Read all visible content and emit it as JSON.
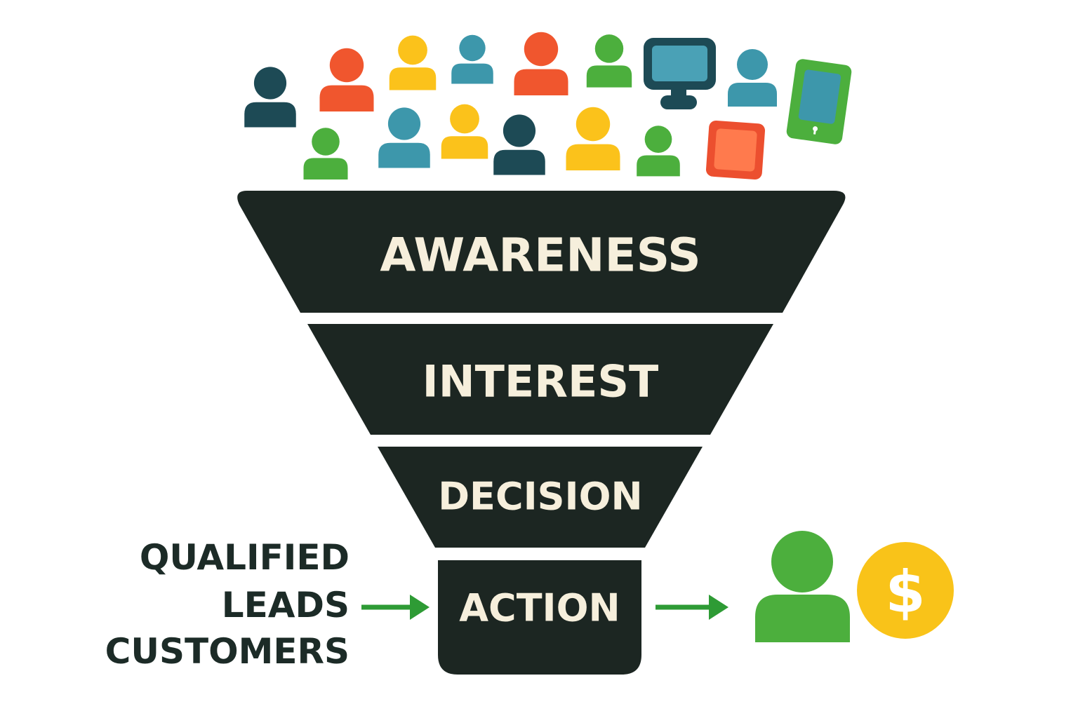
{
  "funnel": {
    "stages": [
      {
        "label": "AWARENESS"
      },
      {
        "label": "INTEREST"
      },
      {
        "label": "DECISION"
      },
      {
        "label": "ACTION"
      }
    ],
    "fill_color": "#1c2622",
    "text_color": "#f6efdc"
  },
  "side_labels": {
    "line1": "QUALIFIED",
    "line2": "LEADS",
    "line3": "CUSTOMERS"
  },
  "result": {
    "currency_symbol": "$"
  },
  "colors": {
    "dark_teal": "#1d4a55",
    "orange": "#f0562e",
    "yellow": "#fbc21b",
    "teal": "#3d97ab",
    "green": "#4caf3d",
    "arrow_green": "#2e9b35",
    "coin": "#f9c319"
  },
  "icons": [
    "person-icon",
    "monitor-icon",
    "smartphone-icon",
    "tablet-icon",
    "arrow-right-icon",
    "customer-icon",
    "dollar-coin-icon"
  ]
}
